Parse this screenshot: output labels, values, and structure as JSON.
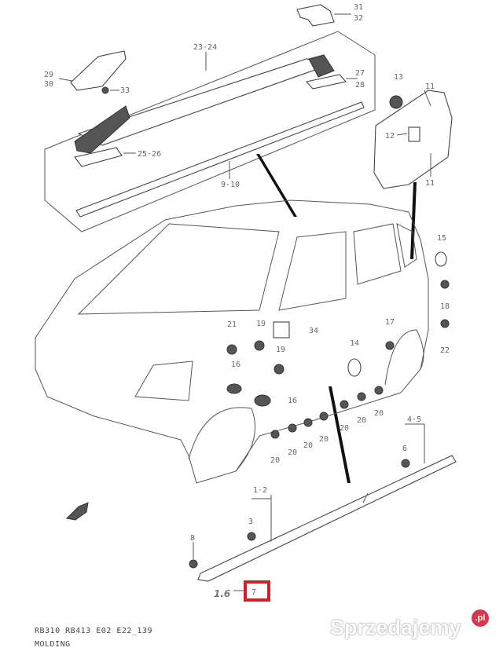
{
  "diagram": {
    "labels": {
      "p31_32": [
        "31",
        "32"
      ],
      "p23_24": "23·24",
      "p29_30": [
        "29",
        "30"
      ],
      "p33": "33",
      "p27_28": [
        "27",
        "28"
      ],
      "p25_26": "25·26",
      "p9_10": "9·10",
      "p13": "13",
      "p11a": "11",
      "p12": "12",
      "p11b": "11",
      "p15": "15",
      "p18": "18",
      "p22": "22",
      "p21": "21",
      "p19a": "19",
      "p34": "34",
      "p19b": "19",
      "p14": "14",
      "p17": "17",
      "p16a": "16",
      "p16b": "16",
      "p20": "20",
      "p4_5": "4·5",
      "p6": "6",
      "p1_2": "1·2",
      "p3": "3",
      "p8": "8",
      "p7": "7"
    },
    "highlight_color": "#d0202a"
  },
  "footer": {
    "code": "RB310 RB413 E02 E22_139",
    "title": "MOLDING"
  },
  "watermark": {
    "text": "Sprzedajemy",
    "badge": ".pl",
    "badge_color": "#d9364a"
  }
}
